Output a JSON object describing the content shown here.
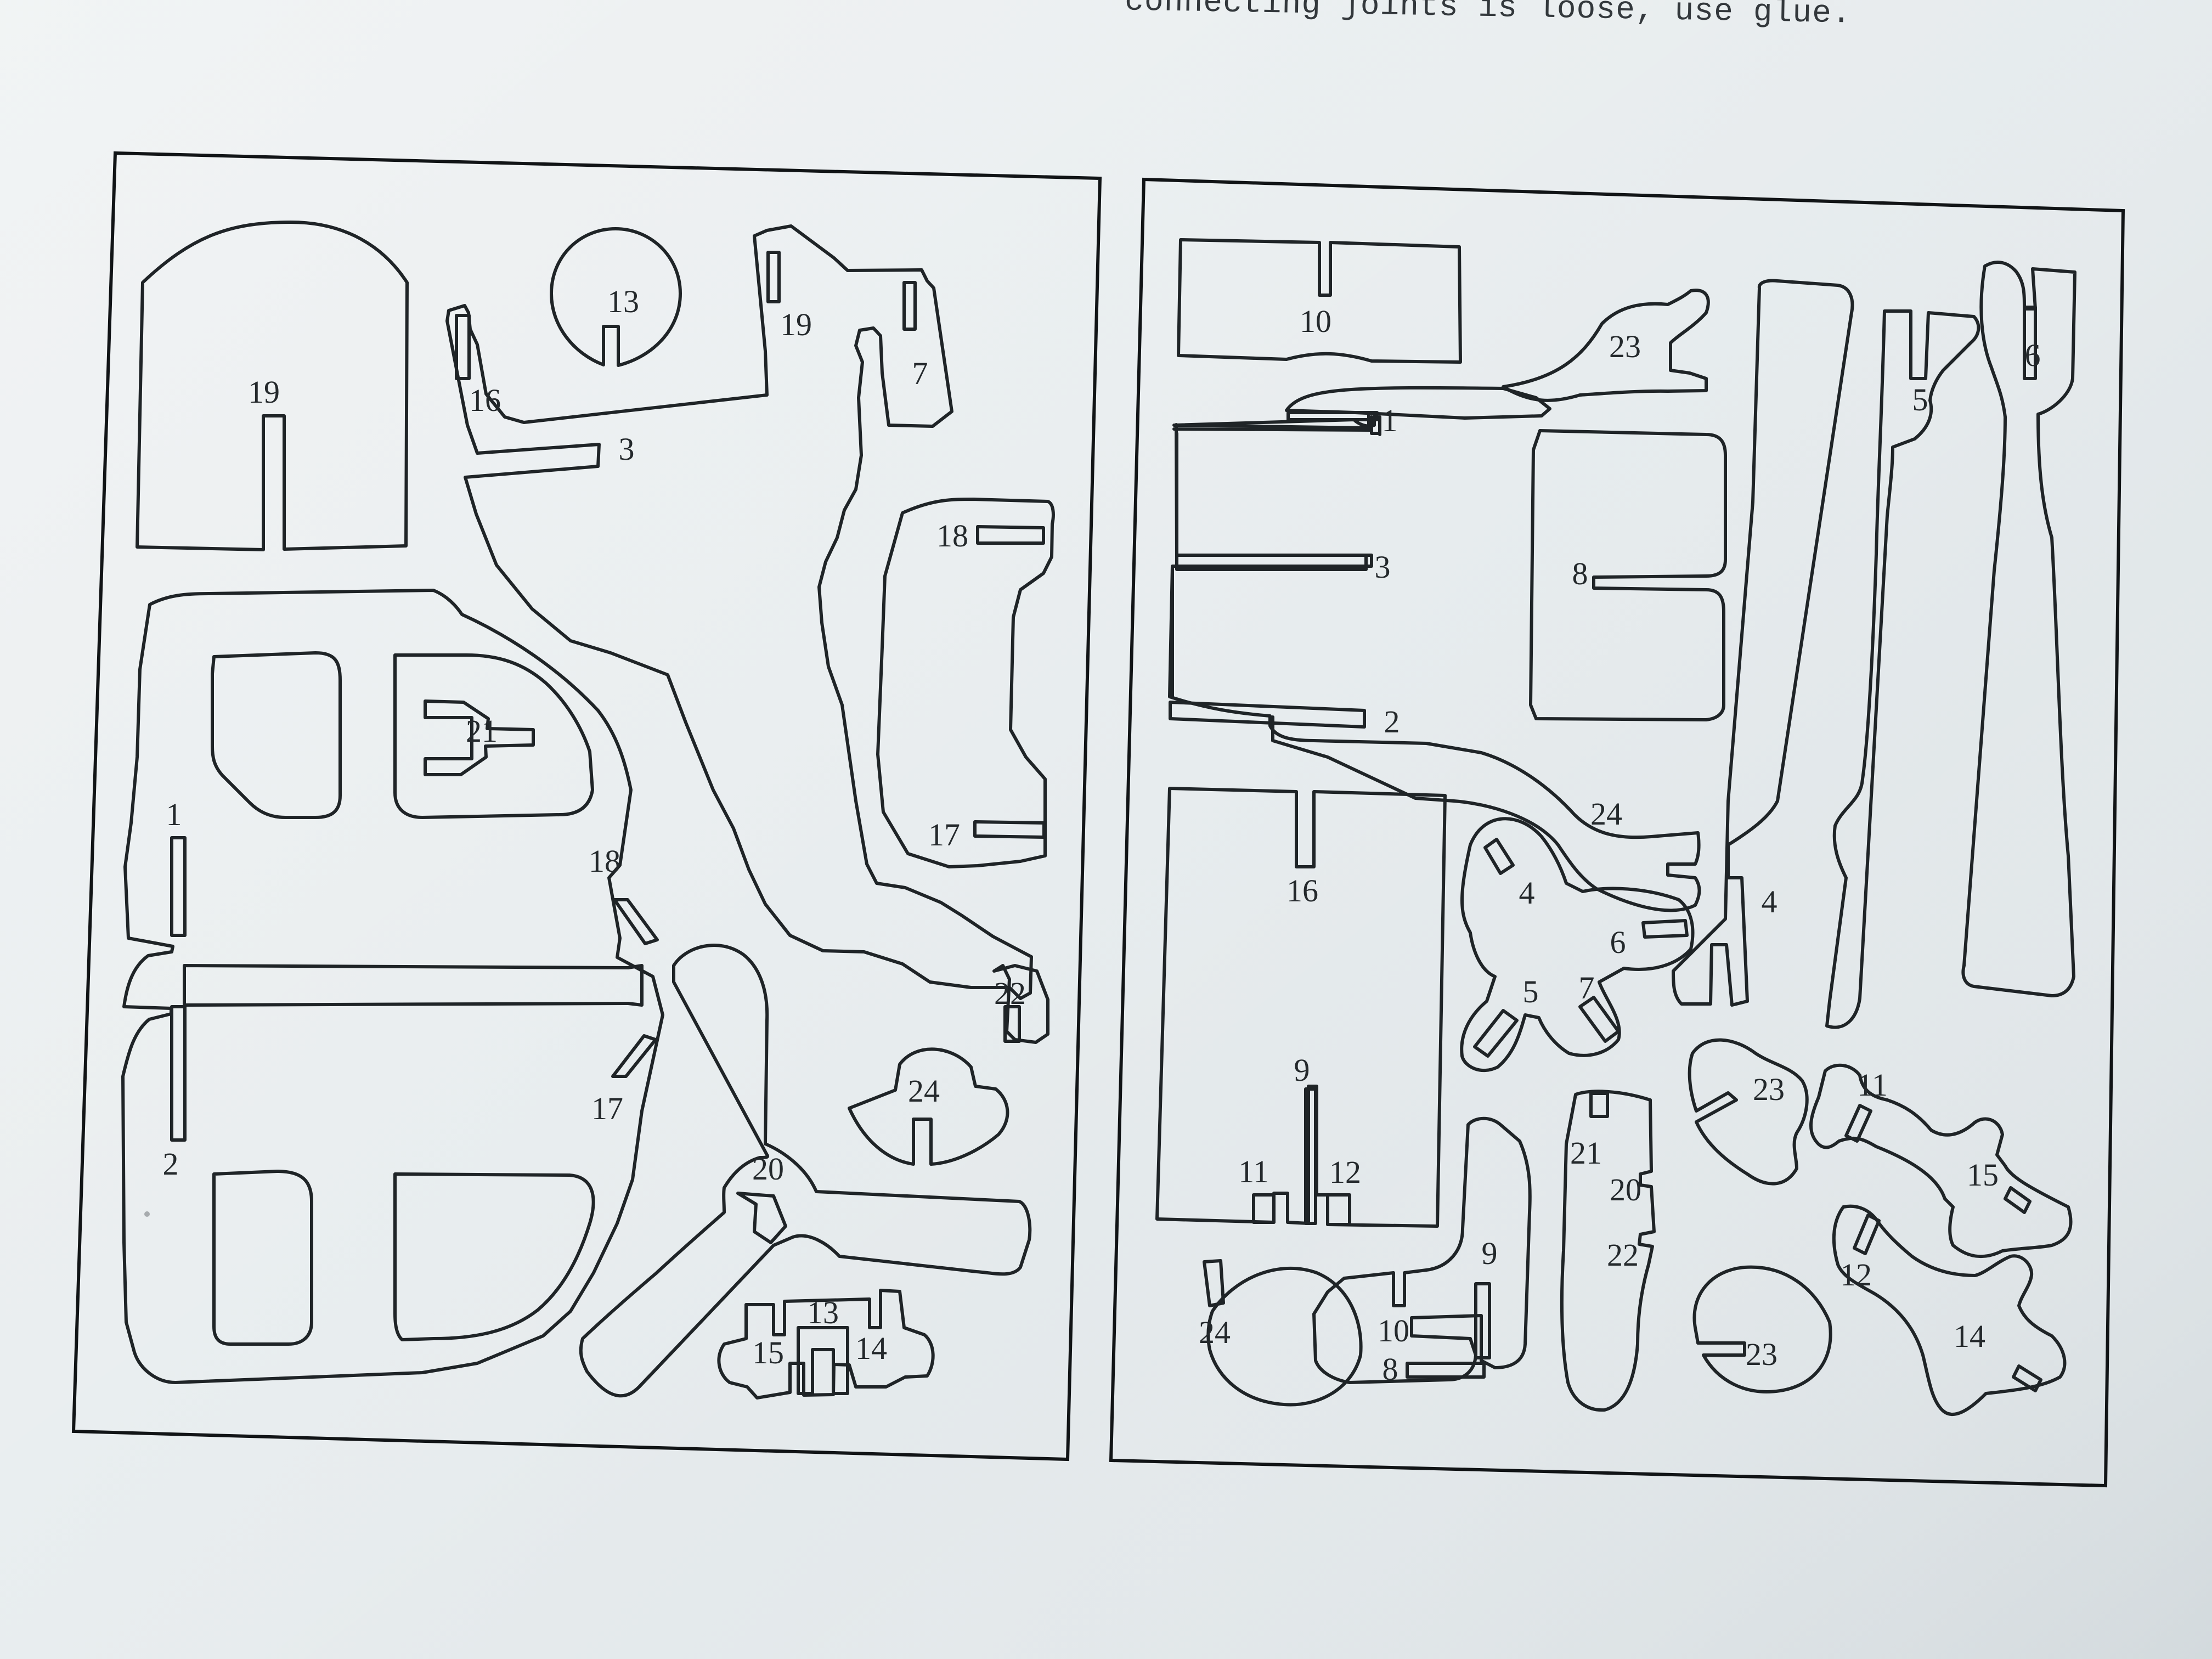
{
  "document": {
    "top_instruction": "connecting joints is loose, use glue."
  },
  "left_sheet": {
    "labels": {
      "p19a": "19",
      "p13a": "13",
      "p19b": "19",
      "p16": "16",
      "p3": "3",
      "p7": "7",
      "p18a": "18",
      "p17a": "17",
      "p21": "21",
      "p1": "1",
      "p18b": "18",
      "p17b": "17",
      "p2": "2",
      "p22": "22",
      "p24": "24",
      "p20": "20",
      "p13b": "13",
      "p15": "15",
      "p14": "14"
    }
  },
  "right_sheet": {
    "labels": {
      "p10a": "10",
      "p23a": "23",
      "p1": "1",
      "p3": "3",
      "p8a": "8",
      "p2": "2",
      "p24a": "24",
      "p16": "16",
      "p4a": "4",
      "p6a": "6",
      "p5a": "5",
      "p7": "7",
      "p9a": "9",
      "p11a": "11",
      "p12a": "12",
      "p24b": "24",
      "p10b": "10",
      "p8b": "8",
      "p9b": "9",
      "p21": "21",
      "p20": "20",
      "p22": "22",
      "p23b": "23",
      "p23c": "23",
      "p11b": "11",
      "p15": "15",
      "p12b": "12",
      "p14": "14",
      "p4b": "4",
      "p5b": "5",
      "p6b": "6"
    }
  }
}
